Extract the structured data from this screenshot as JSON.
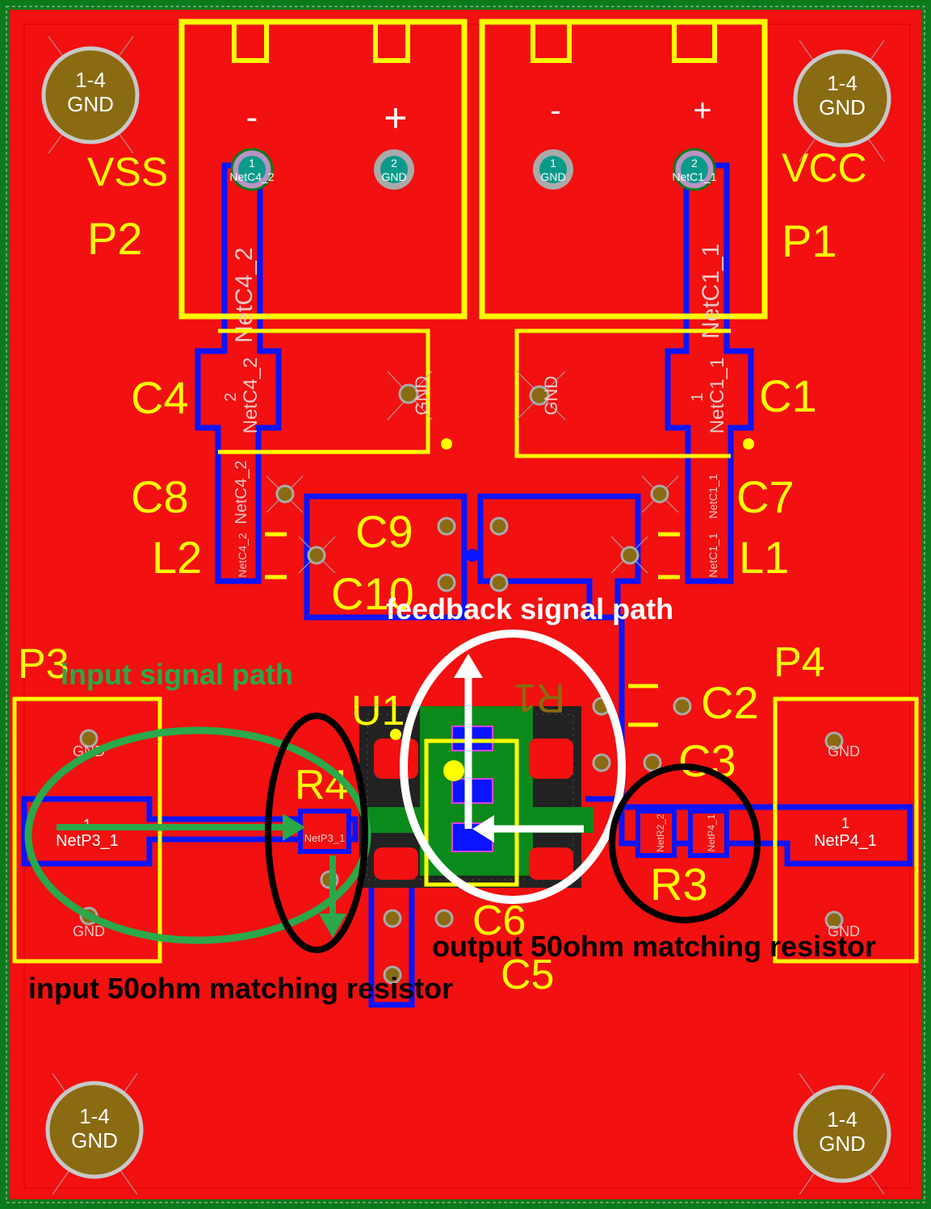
{
  "colors": {
    "board_edge": "#0a7a1a",
    "copper": "#f21010",
    "silkscreen": "#ffff00",
    "trace": "#0a14ff",
    "pad_olive": "#8a6b12",
    "annotation_green": "#2aa84a",
    "annotation_white": "#ffffff",
    "annotation_black": "#000000"
  },
  "mounting_holes": [
    {
      "line1": "1-4",
      "line2": "GND"
    },
    {
      "line1": "1-4",
      "line2": "GND"
    },
    {
      "line1": "1-4",
      "line2": "GND"
    },
    {
      "line1": "1-4",
      "line2": "GND"
    }
  ],
  "connectors": {
    "p2": {
      "ref": "P2",
      "net_label": "VSS",
      "minus": "-",
      "plus": "+",
      "pad1_num": "1",
      "pad1_net": "NetC4_2",
      "pad2_num": "2",
      "pad2_net": "GND"
    },
    "p1": {
      "ref": "P1",
      "net_label": "VCC",
      "minus": "-",
      "plus": "+",
      "pad1_num": "1",
      "pad1_net": "GND",
      "pad2_num": "2",
      "pad2_net": "NetC1_1"
    },
    "p3": {
      "ref": "P3",
      "pad_top": "GND",
      "pad_mid_num": "1",
      "pad_mid_net": "NetP3_1",
      "pad_bot": "GND"
    },
    "p4": {
      "ref": "P4",
      "pad_top": "GND",
      "pad_mid_num": "1",
      "pad_mid_net": "NetP4_1",
      "pad_bot": "GND"
    }
  },
  "components": {
    "c4": "C4",
    "c1": "C1",
    "c8": "C8",
    "c7": "C7",
    "c9": "C9",
    "c10": "C10",
    "l2": "L2",
    "l1": "L1",
    "u1": "U1",
    "r1": "R1",
    "r4": "R4",
    "r3": "R3",
    "c2": "C2",
    "c3": "C3",
    "c6": "C6",
    "c5": "C5"
  },
  "net_labels": {
    "trace_left": "NetC4_2",
    "trace_right": "NetC1_1",
    "c4_pad": "NetC4_2",
    "c4_pad_num": "2",
    "c4_gnd": "GND",
    "c1_pad": "NetC1_1",
    "c1_pad_num": "1",
    "c1_gnd": "GND",
    "c8_pad": "NetC4_2",
    "c7_pad": "NetC1_1",
    "l2_pad": "NetC4_2",
    "l1_pad": "NetC1_1",
    "r3_left": "NetR2_2",
    "r3_right": "NetP4_1",
    "r4_pad": "NetP3_1"
  },
  "annotations": {
    "feedback": "feedback signal path",
    "input": "input signal path",
    "output_resistor": "output 50ohm matching resistor",
    "input_resistor": "input 50ohm matching resistor"
  }
}
